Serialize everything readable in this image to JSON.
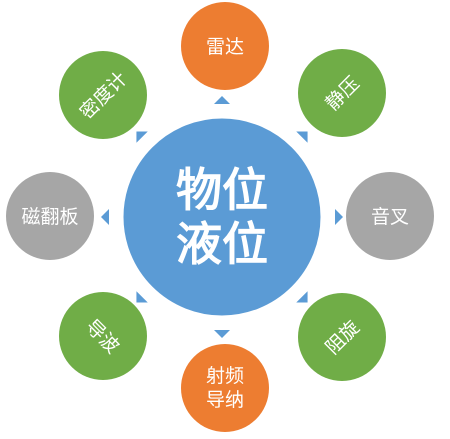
{
  "center": {
    "line1": "物位",
    "line2": "液位",
    "color": "#5b9bd5"
  },
  "colors": {
    "orange": "#ed7d31",
    "green": "#70ad47",
    "gray": "#a6a6a6",
    "arrow": "#5b9bd5",
    "white": "#ffffff"
  },
  "nodes": [
    {
      "id": "radar",
      "lines": [
        "雷达"
      ],
      "color": "#ed7d31"
    },
    {
      "id": "static-pressure",
      "lines": [
        "静压"
      ],
      "color": "#70ad47"
    },
    {
      "id": "tuning-fork",
      "lines": [
        "音叉"
      ],
      "color": "#a6a6a6"
    },
    {
      "id": "rotary-paddle",
      "lines": [
        "阻旋"
      ],
      "color": "#70ad47"
    },
    {
      "id": "rf-admittance",
      "lines": [
        "射频",
        "导纳"
      ],
      "color": "#ed7d31"
    },
    {
      "id": "guided-wave",
      "lines": [
        "导波"
      ],
      "color": "#70ad47"
    },
    {
      "id": "magnetic-flap",
      "lines": [
        "磁翻板"
      ],
      "color": "#a6a6a6"
    },
    {
      "id": "densitometer",
      "lines": [
        "密度计"
      ],
      "color": "#70ad47"
    }
  ]
}
